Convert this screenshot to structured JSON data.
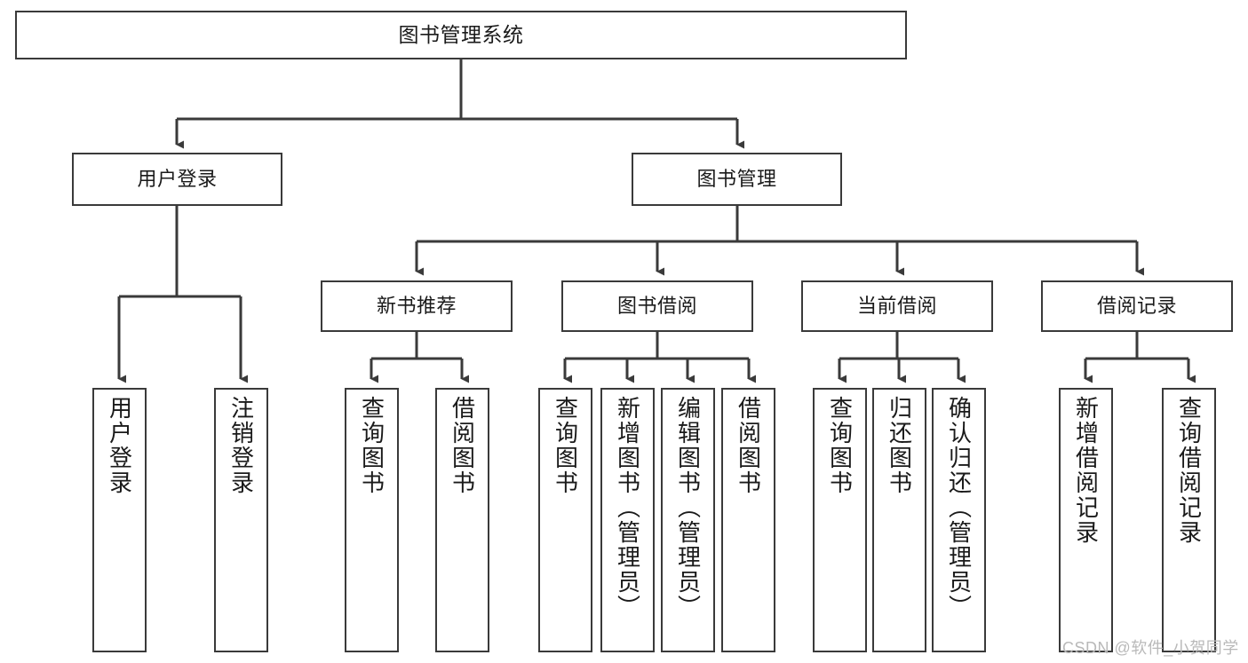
{
  "diagram": {
    "type": "tree-hierarchy-chart",
    "title": "图书管理系统",
    "watermark": "CSDN @软件_小贺同学",
    "colors": {
      "stroke": "#3a3a3a",
      "fill": "#ffffff",
      "text": "#1a1a1a",
      "watermark": "#b9b9b9"
    },
    "nodes": {
      "root": {
        "label": "图书管理系统"
      },
      "level1": [
        {
          "id": "user-login",
          "label": "用户登录"
        },
        {
          "id": "book-management",
          "label": "图书管理"
        }
      ],
      "level2": [
        {
          "id": "new-book-recommend",
          "label": "新书推荐"
        },
        {
          "id": "book-borrow",
          "label": "图书借阅"
        },
        {
          "id": "current-borrow",
          "label": "当前借阅"
        },
        {
          "id": "borrow-record",
          "label": "借阅记录"
        }
      ],
      "leaves": {
        "user-login": [
          {
            "id": "leaf-user-login",
            "label": "用户登录"
          },
          {
            "id": "leaf-logout-login",
            "label": "注销登录"
          }
        ],
        "new-book-recommend": [
          {
            "id": "leaf-query-book-1",
            "label": "查询图书"
          },
          {
            "id": "leaf-borrow-book-1",
            "label": "借阅图书"
          }
        ],
        "book-borrow": [
          {
            "id": "leaf-query-book-2",
            "label": "查询图书"
          },
          {
            "id": "leaf-add-book-admin",
            "label": "新增图书（管理员）"
          },
          {
            "id": "leaf-edit-book-admin",
            "label": "编辑图书（管理员）"
          },
          {
            "id": "leaf-borrow-book-2",
            "label": "借阅图书"
          }
        ],
        "current-borrow": [
          {
            "id": "leaf-query-book-3",
            "label": "查询图书"
          },
          {
            "id": "leaf-return-book",
            "label": "归还图书"
          },
          {
            "id": "leaf-confirm-return-admin",
            "label": "确认归还（管理员）"
          }
        ],
        "borrow-record": [
          {
            "id": "leaf-add-borrow-record",
            "label": "新增借阅记录"
          },
          {
            "id": "leaf-query-borrow-record",
            "label": "查询借阅记录"
          }
        ]
      }
    }
  }
}
